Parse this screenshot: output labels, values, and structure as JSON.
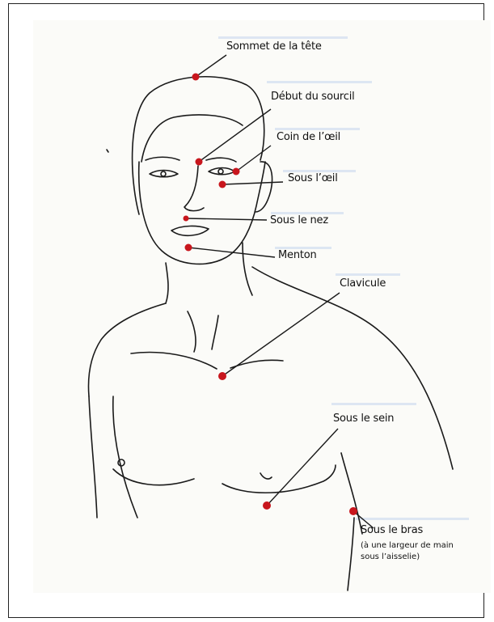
{
  "labels": {
    "sommet": "Sommet de la tête",
    "sourcil": "Début du sourcil",
    "coin_oeil": "Coin de l’œil",
    "sous_oeil": "Sous l’œil",
    "sous_nez": "Sous le nez",
    "menton": "Menton",
    "clavicule": "Clavicule",
    "sous_sein": "Sous le sein",
    "sous_bras": "Sous le bras",
    "sous_bras_note_1": "(à une largeur de main",
    "sous_bras_note_2": "sous l’aisselie)"
  },
  "colors": {
    "point": "#c8161d",
    "line": "#1a1a1a",
    "highlight": "#dde6f2"
  }
}
